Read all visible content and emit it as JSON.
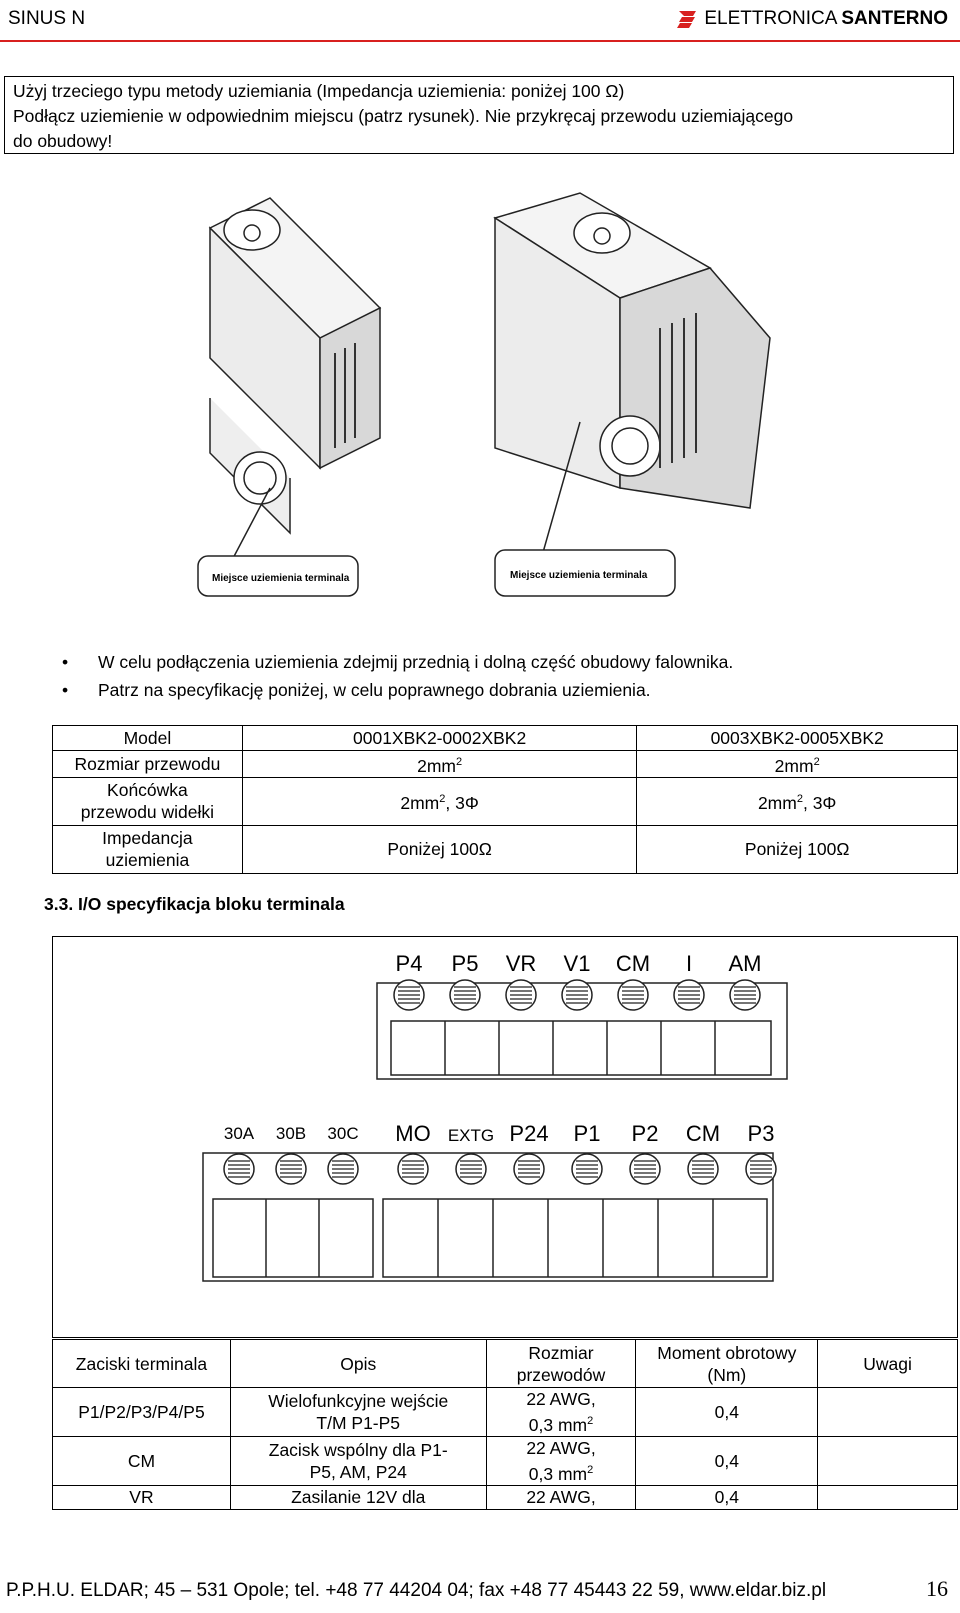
{
  "header": {
    "left": "SINUS N",
    "brand_light": "ELETTRONICA ",
    "brand_bold": "SANTERNO",
    "logo_icon": "santerno-logo-icon",
    "accent_color": "#d8201f"
  },
  "warning": {
    "lines": [
      "Użyj trzeciego typu metody uziemiania (Impedancja uziemienia: poniżej 100 Ω)",
      "Podłącz uziemienie w odpowiednim miejscu (patrz rysunek). Nie przykręcaj przewodu uziemiającego",
      "do obudowy!"
    ]
  },
  "figure": {
    "callout_left": "Miejsce uziemienia terminala",
    "callout_right": "Miejsce uziemienia terminala"
  },
  "bullets": [
    "W celu podłączenia uziemienia zdejmij przednią i dolną część obudowy falownika.",
    "Patrz na specyfikację poniżej, w celu poprawnego dobrania uziemienia."
  ],
  "spec_table": {
    "header": [
      "Model",
      "0001XBK2-0002XBK2",
      "0003XBK2-0005XBK2"
    ],
    "rows": [
      [
        "Rozmiar przewodu",
        "2mm",
        "2mm"
      ],
      [
        "Końcówka przewodu widełki",
        "2mm",
        "2mm"
      ],
      [
        "Impedancja uziemienia",
        "Poniżej 100Ω",
        "Poniżej 100Ω"
      ]
    ],
    "row2_a": "Końcówka",
    "row2_b": "przewodu widełki",
    "row3_a": "Impedancja",
    "row3_b": "uziemienia",
    "sup": "2",
    "phase_suffix": ", 3Φ"
  },
  "section": {
    "title": "3.3. I/O specyfikacja bloku terminala"
  },
  "terminal_block": {
    "top_labels": [
      "P4",
      "P5",
      "VR",
      "V1",
      "CM",
      "I",
      "AM"
    ],
    "bottom_left_labels": [
      "30A",
      "30B",
      "30C"
    ],
    "bottom_right_labels": [
      "MO",
      "EXTG",
      "P24",
      "P1",
      "P2",
      "CM",
      "P3"
    ]
  },
  "terminal_table": {
    "header": [
      "Zaciski terminala",
      "Opis",
      "Rozmiar przewodów",
      "Moment obrotowy (Nm)",
      "Uwagi"
    ],
    "h_rozmiar_a": "Rozmiar",
    "h_rozmiar_b": "przewodów",
    "h_moment_a": "Moment obrotowy",
    "h_moment_b": "(Nm)",
    "rows": [
      {
        "term": "P1/P2/P3/P4/P5",
        "opis_a": "Wielofunkcyjne wejście",
        "opis_b": "T/M P1-P5",
        "size_a": "22 AWG,",
        "size_b": "0,3 mm",
        "moment": "0,4"
      },
      {
        "term": "CM",
        "opis_a": "Zacisk wspólny dla P1-",
        "opis_b": "P5, AM, P24",
        "size_a": "22 AWG,",
        "size_b": "0,3 mm",
        "moment": "0,4"
      },
      {
        "term": "VR",
        "opis_a": "Zasilanie 12V dla",
        "size_a": "22 AWG,",
        "moment": "0,4"
      }
    ]
  },
  "footer": {
    "text": "P.P.H.U. ELDAR; 45 – 531 Opole; tel. +48 77 44204 04; fax +48 77 45443 22 59, www.eldar.biz.pl",
    "page": "16"
  }
}
